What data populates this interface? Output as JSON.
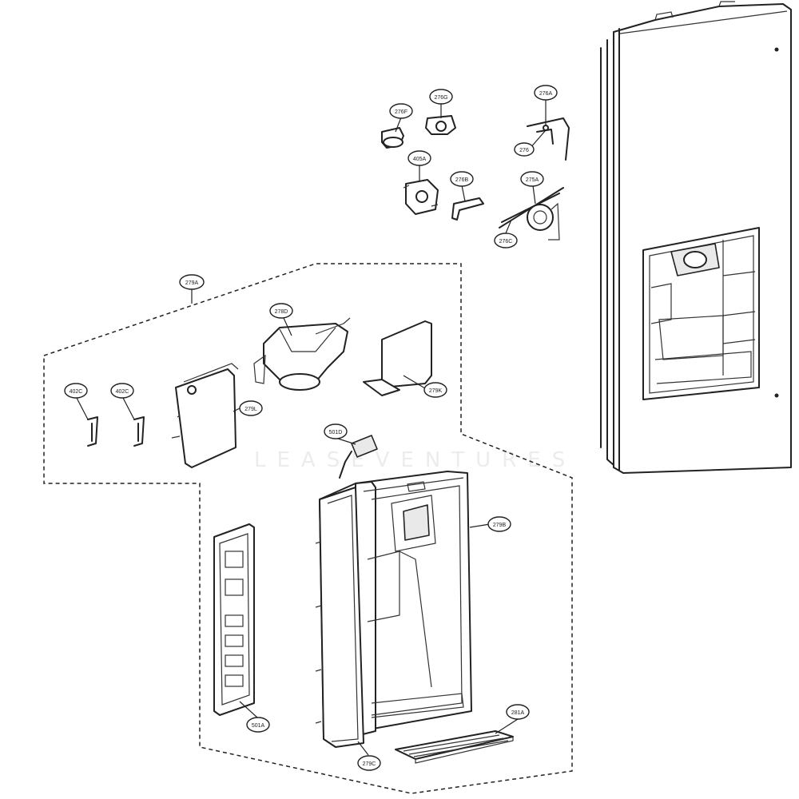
{
  "diagram": {
    "watermark": "LEASEVENTURES",
    "callouts": [
      {
        "id": "276A",
        "label": "276A"
      },
      {
        "id": "276G",
        "label": "276G"
      },
      {
        "id": "276F",
        "label": "276F"
      },
      {
        "id": "276",
        "label": "276"
      },
      {
        "id": "405A",
        "label": "405A"
      },
      {
        "id": "276B",
        "label": "276B"
      },
      {
        "id": "275A",
        "label": "275A"
      },
      {
        "id": "276C",
        "label": "276C"
      },
      {
        "id": "279A",
        "label": "279A"
      },
      {
        "id": "278D",
        "label": "278D"
      },
      {
        "id": "279K",
        "label": "279K"
      },
      {
        "id": "402C-1",
        "label": "402C"
      },
      {
        "id": "402C-2",
        "label": "402C"
      },
      {
        "id": "279L",
        "label": "279L"
      },
      {
        "id": "501D",
        "label": "501D"
      },
      {
        "id": "279B",
        "label": "279B"
      },
      {
        "id": "501A",
        "label": "501A"
      },
      {
        "id": "281A",
        "label": "281A"
      },
      {
        "id": "279C",
        "label": "279C"
      }
    ]
  }
}
